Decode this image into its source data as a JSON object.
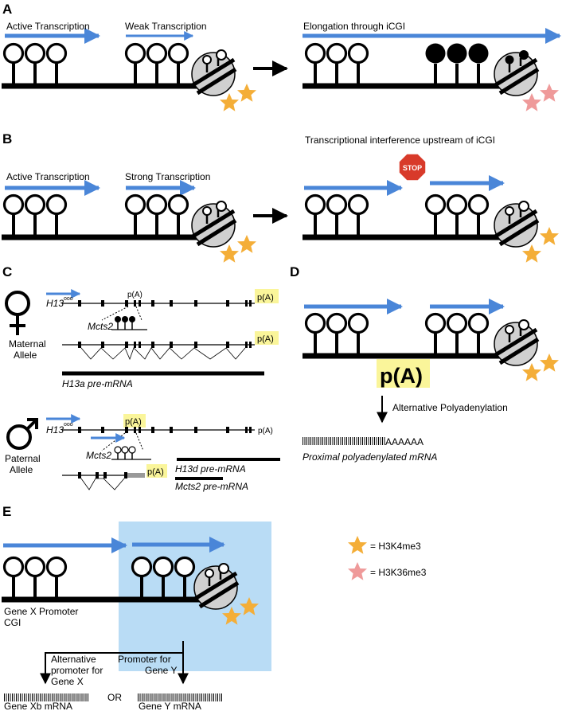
{
  "panels": {
    "a": "A",
    "b": "B",
    "c": "C",
    "d": "D",
    "e": "E"
  },
  "panel_a": {
    "active": "Active Transcription",
    "weak": "Weak Transcription",
    "elongation": "Elongation through iCGI"
  },
  "panel_b": {
    "active": "Active Transcription",
    "strong": "Strong Transcription",
    "interference": "Transcriptional interference upstream of iCGI",
    "stop_sign": "STOP"
  },
  "panel_c": {
    "h13": "H13",
    "mcts2": "Mcts2",
    "pa": "p(A)",
    "maternal_1": "Maternal",
    "maternal_2": "Allele",
    "paternal_1": "Paternal",
    "paternal_2": "Allele",
    "h13a": "H13a pre-mRNA",
    "h13d": "H13d pre-mRNA",
    "mcts2_pre": "Mcts2 pre-mRNA"
  },
  "panel_d": {
    "pa": "p(A)",
    "alt_polya": "Alternative Polyadenylation",
    "polya_tail": "AAAAAA",
    "proximal": "Proximal polyadenylated mRNA"
  },
  "panel_e": {
    "promoter_cgi_1": "Gene X Promoter",
    "promoter_cgi_2": "CGI",
    "alt_promoter_1": "Alternative",
    "alt_promoter_2": "promoter for",
    "alt_promoter_3": "Gene X",
    "promoter_y_1": "Promoter for",
    "promoter_y_2": "Gene Y",
    "or": "OR",
    "gene_xb": "Gene Xb mRNA",
    "gene_y": "Gene Y mRNA"
  },
  "legend": {
    "h3k4me3": "= H3K4me3",
    "h3k36me3": "= H3K36me3"
  },
  "colors": {
    "arrow_blue": "#4a86d8",
    "star_orange": "#f4ae38",
    "star_pink": "#ef9a9a",
    "circle_gray": "#d0d0d0",
    "pa_yellow": "#faf59a",
    "highlight_blue": "#b9dcf5",
    "stop_red": "#d83a2a"
  }
}
